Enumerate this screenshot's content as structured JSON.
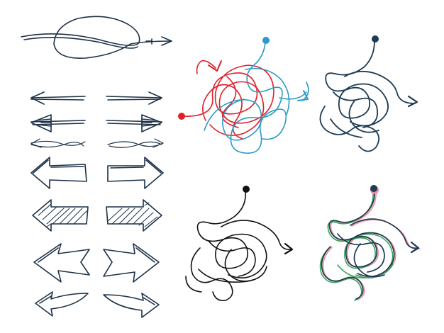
{
  "colors": {
    "ink": "#1d3147",
    "navy": "#1f3b52",
    "red": "#e0202a",
    "blue": "#2b9ac6",
    "black": "#111111",
    "pink": "#f08aa0",
    "green": "#3aa35a"
  },
  "illustrations": [
    {
      "id": "loop-arrow",
      "ink": "navy"
    },
    {
      "id": "arrow-set",
      "ink": "navy"
    },
    {
      "id": "tangle-red-blue",
      "ink": "red",
      "ink2": "blue"
    },
    {
      "id": "tangle-navy",
      "ink": "navy"
    },
    {
      "id": "tangle-black",
      "ink": "black"
    },
    {
      "id": "tangle-offset",
      "ink": "navy",
      "ink2": "pink",
      "ink3": "green"
    }
  ]
}
